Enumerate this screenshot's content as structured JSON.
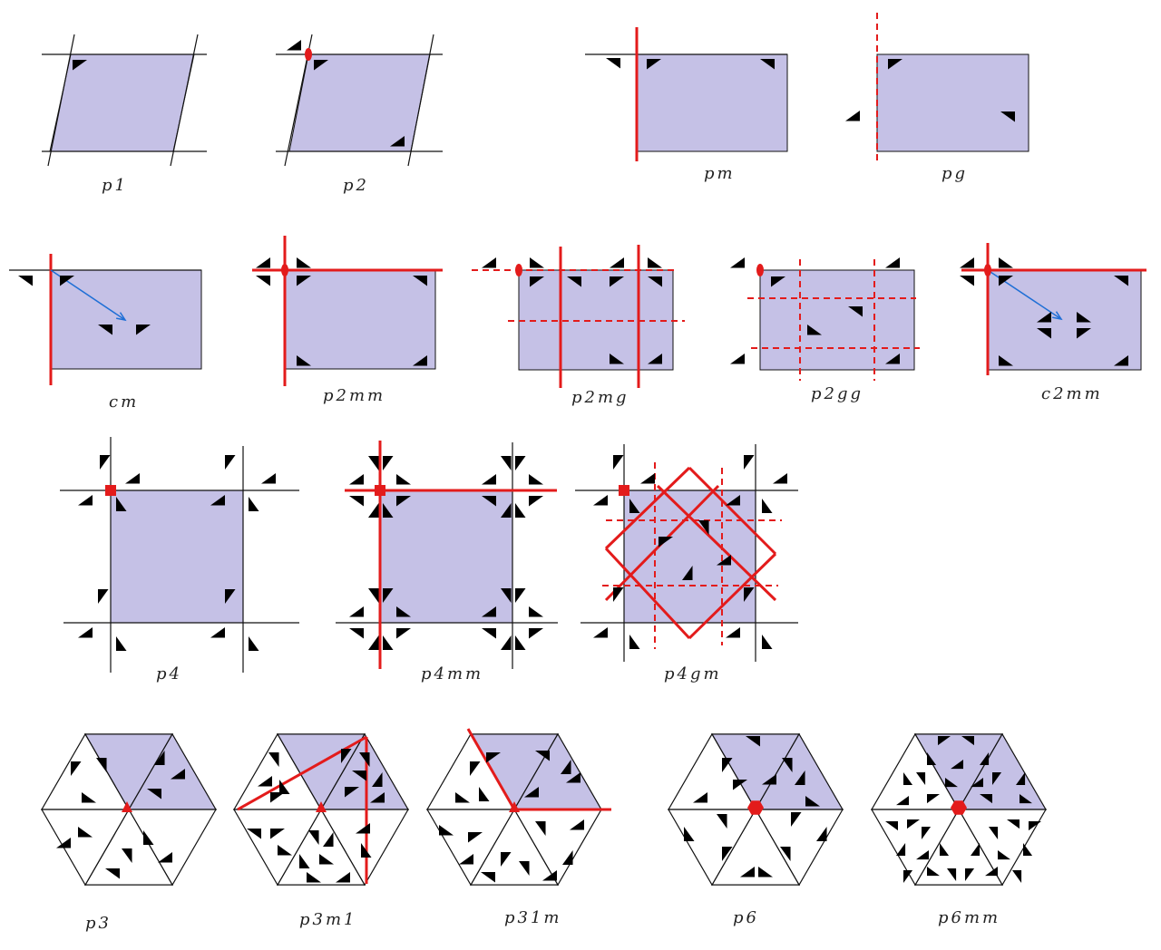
{
  "colors": {
    "cell_fill": "#c5c1e6",
    "line": "#111111",
    "symmetry": "#e31b1b",
    "glide": "#e31b1b",
    "translation_arrow": "#1f6fd6",
    "motif": "#000000"
  },
  "labels": {
    "p1": "p1",
    "p2": "p2",
    "pm": "pm",
    "pg": "pg",
    "cm": "cm",
    "p2mm": "p2mm",
    "p2mg": "p2mg",
    "p2gg": "p2gg",
    "c2mm": "c2mm",
    "p4": "p4",
    "p4mm": "p4mm",
    "p4gm": "p4gm",
    "p3": "p3",
    "p3m1": "p3m1",
    "p31m": "p31m",
    "p6": "p6",
    "p6mm": "p6mm"
  },
  "icons": {
    "motif": "black-triangle-icon",
    "twofold": "red-ellipse-icon",
    "fourfold": "red-square-icon",
    "threefold": "red-triangle-icon",
    "sixfold": "red-hexagon-icon"
  }
}
